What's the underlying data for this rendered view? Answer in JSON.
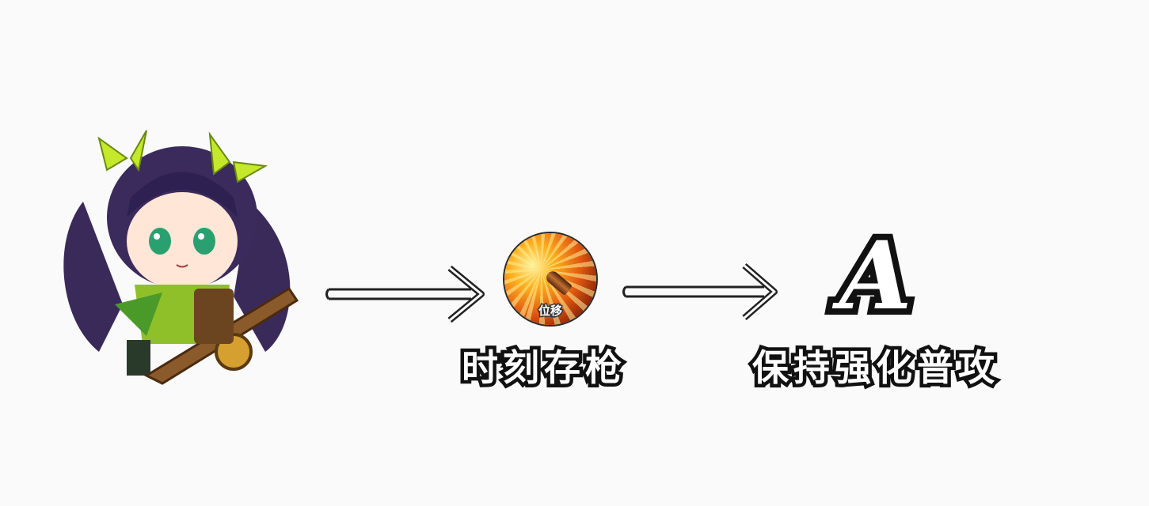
{
  "steps": [
    {
      "name": "character",
      "icon": "archer-girl-character"
    },
    {
      "name": "skill",
      "icon": "bullet-dash-skill-icon",
      "icon_caption": "位移",
      "label": "时刻存枪"
    },
    {
      "name": "attack",
      "icon_letter": "A",
      "label": "保持强化普攻"
    }
  ],
  "colors": {
    "background": "#fafafa",
    "outline": "#111111",
    "accent_green": "#c6e82a",
    "hair_purple": "#3a2a5a"
  }
}
